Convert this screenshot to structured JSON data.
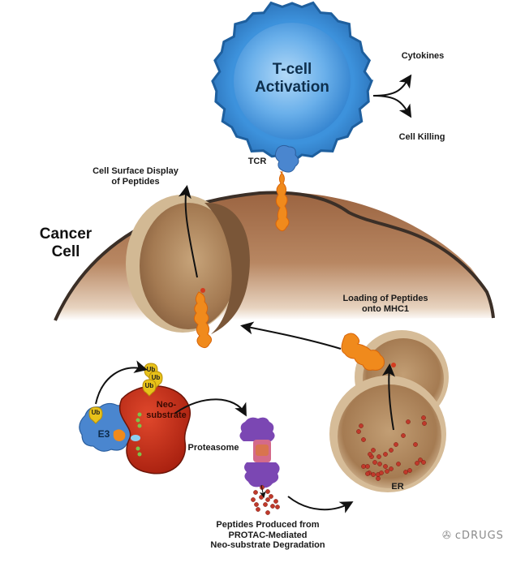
{
  "diagram": {
    "title": "PROTAC-mediated neo-substrate degradation and MHC1 peptide presentation",
    "labels": {
      "tcell": [
        "T-cell",
        "Activation"
      ],
      "cytokines": "Cytokines",
      "cell_killing": "Cell Killing",
      "tcr": "TCR",
      "cell_surface_display": [
        "Cell Surface Display",
        "of Peptides"
      ],
      "cancer_cell": [
        "Cancer",
        "Cell"
      ],
      "loading_peptides": [
        "Loading of Peptides",
        "onto MHC1"
      ],
      "e3": "E3",
      "ub": "Ub",
      "neo_substrate": [
        "Neo-",
        "substrate"
      ],
      "proteasome": "Proteasome",
      "er": "ER",
      "peptides_produced": [
        "Peptides Produced from",
        "PROTAC-Mediated",
        "Neo-substrate Degradation"
      ]
    },
    "watermark": "cDRUGS",
    "colors": {
      "tcell_blue": "#3a8fd6",
      "tcell_dark": "#1e5f9e",
      "cancer_brown": "#a8714d",
      "membrane": "#3b2f27",
      "er_tan": "#b08a62",
      "peptide_orange": "#f08a1c",
      "neo_substrate_red": "#c8301c",
      "e3_blue": "#4a86cf",
      "ub_yellow": "#e8c21a",
      "proteasome_purple": "#7b47b3",
      "peptide_dot": "#c0392b"
    }
  }
}
